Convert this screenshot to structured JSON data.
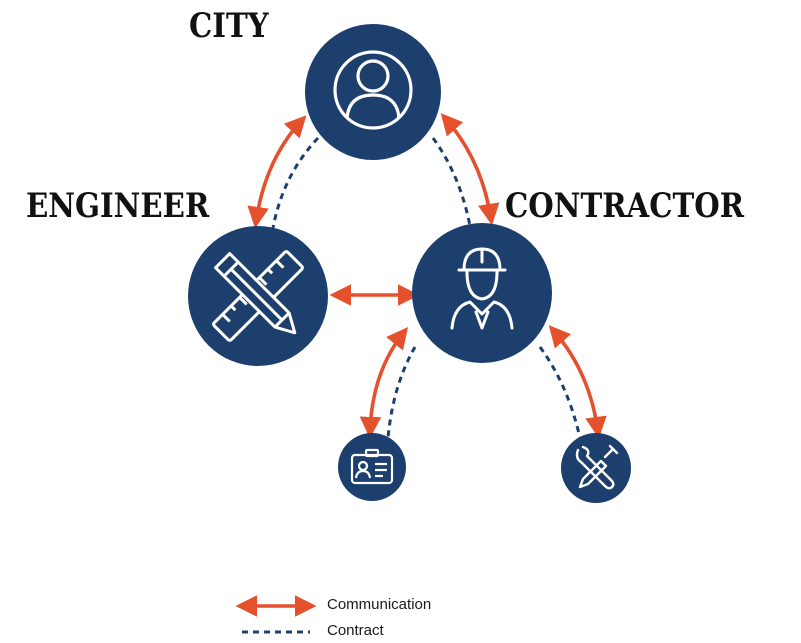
{
  "labels": {
    "city": "CITY",
    "engineer": "ENGINEER",
    "contractor": "CONTRACTOR"
  },
  "nodes": [
    {
      "id": "city",
      "icon": "person-icon"
    },
    {
      "id": "engineer",
      "icon": "ruler-pencil-icon"
    },
    {
      "id": "contractor",
      "icon": "hardhat-worker-icon"
    },
    {
      "id": "subconsultant",
      "icon": "id-card-icon"
    },
    {
      "id": "supplier",
      "icon": "wrench-screwdriver-icon"
    }
  ],
  "legend": {
    "communication": "Communication",
    "contract": "Contract"
  },
  "colors": {
    "node_fill": "#1c3f6e",
    "communication_arrow": "#e5502d",
    "contract_line": "#1c3f6e",
    "icon_stroke": "#ffffff"
  }
}
